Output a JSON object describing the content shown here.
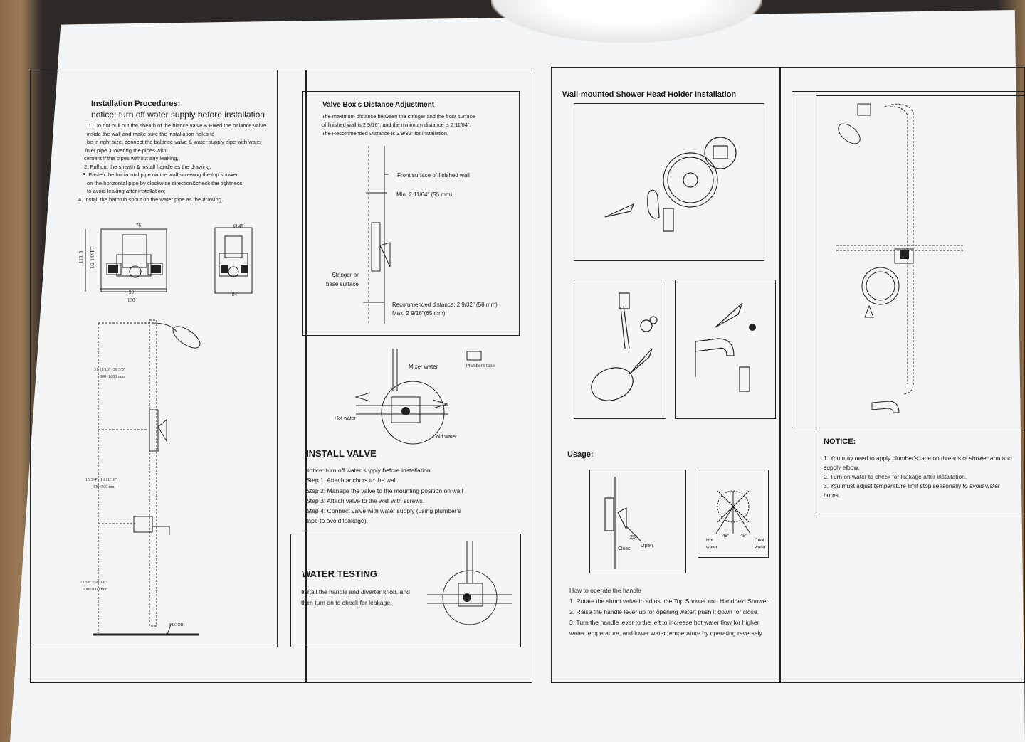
{
  "panel1": {
    "heading": "Installation Procedures:",
    "notice": "notice: turn off water supply before installation",
    "steps": [
      "1. Do not pull out the sheath of the blance valve & Fixed the balance valve",
      "inside the wall and make sure the installation holes to",
      "be in right size, connect the balance valve & water supply pipe with water",
      "inlet pipe. Covering the pipes with",
      "cement if the pipes without any leaking;",
      "2. Pull out the sheath & install handle as the drawing;",
      "3. Fasten the horizontal pipe on the wall,screwing the top shower",
      "on the horizontal pipe by clockwise direction&check the tightness,",
      "to avoid leaking after installation;",
      "4. Install the bathtub spout on the water pipe as the drawing."
    ],
    "dims": {
      "d76": "76",
      "d48": "Ø 48",
      "d108": "110. 8",
      "d12npt": "1/2-14NPT",
      "d90": "90",
      "d130": "130",
      "d84": "84",
      "h1": "31 11/16\"~39 3/8\"",
      "h1mm": "800~1000 mm",
      "h2": "15 3/4\"~19 11/16\"",
      "h2mm": "400~500 mm",
      "h3": "23 5/8\"~39 3/8\"",
      "h3mm": "600~1000 mm",
      "floor": "FLOOR"
    }
  },
  "panel2": {
    "valvebox_title": "Valve Box's Distance Adjustment",
    "valvebox_text": [
      "The maximum distance between the stringer and the front surface",
      "of finished wall is 2 9/16\", and the minimum distance is 2 11/64\".",
      "The Recommended Distance is 2 9/32\" for installation."
    ],
    "front_surface": "Front surface of finished wall",
    "min": "Min. 2 11/64\" (55 mm).",
    "stringer": [
      "Stringer or",
      "base surface"
    ],
    "recommended": [
      "Recommended distance: 2 9/32\" (58 mm)",
      "Max. 2 9/16\"(65 mm)"
    ],
    "mixer_water": "Mixer water",
    "plumbers_tape": "Plumber's tape",
    "hot_water": "Hot water",
    "cold_water": "Cold water",
    "install_valve_title": "INSTALL VALVE",
    "install_valve_steps": [
      "notice: turn off water supply before installation",
      "Step 1: Attach anchors to the wall.",
      "Step 2: Manage the valve to the mounting position on wall",
      "Step 3: Attach valve to the wall with screws.",
      "Step 4: Connect valve with water supply (using plumber's",
      "tape to avoid leakage)."
    ],
    "water_testing_title": "WATER TESTING",
    "water_testing_text": [
      "Install the handle and diverter knob, and",
      "then turn on to check for leakage."
    ]
  },
  "panel3": {
    "title": "Wall-mounted Shower Head Holder Installation",
    "usage": "Usage:",
    "close": "Close",
    "open": "Open",
    "angle25": "25°",
    "hot": [
      "Hot",
      "water"
    ],
    "cool": [
      "Cool",
      "water"
    ],
    "angle45a": "45°",
    "angle45b": "45°",
    "how_title": "How to operate the handle",
    "how_steps": [
      "1. Rotate the shunt valve to adjust the Top Shower and Handheld Shower.",
      "2. Raise the handle lever up for opening water; push it down for close.",
      "3. Turn the handle lever to the left to increase hot water flow for higher",
      "water temperature, and lower water temperature by operating reversely."
    ]
  },
  "panel4": {
    "notice_title": "NOTICE:",
    "notice_items": [
      "1. You may need to apply plumber's tape on threads of shower arm and",
      "supply elbow.",
      "2. Turn on water to check for leakage after installation.",
      "3. You must adjust temperature limit stop seasonally to avoid water",
      "burns."
    ]
  }
}
